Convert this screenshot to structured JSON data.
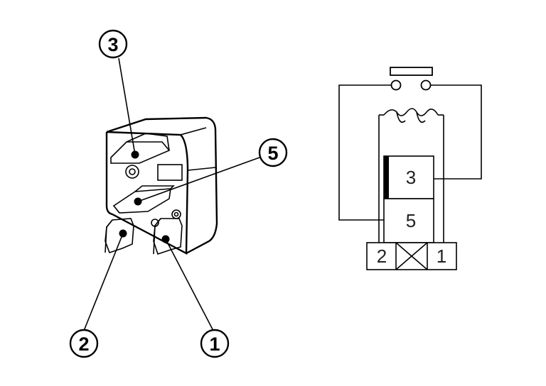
{
  "relay_view": {
    "callouts": {
      "terminal_3": "3",
      "terminal_5": "5",
      "terminal_2": "2",
      "terminal_1": "1"
    }
  },
  "schematic": {
    "contact_terminal_3": "3",
    "contact_terminal_5": "5",
    "coil_terminal_2": "2",
    "coil_terminal_1": "1"
  }
}
